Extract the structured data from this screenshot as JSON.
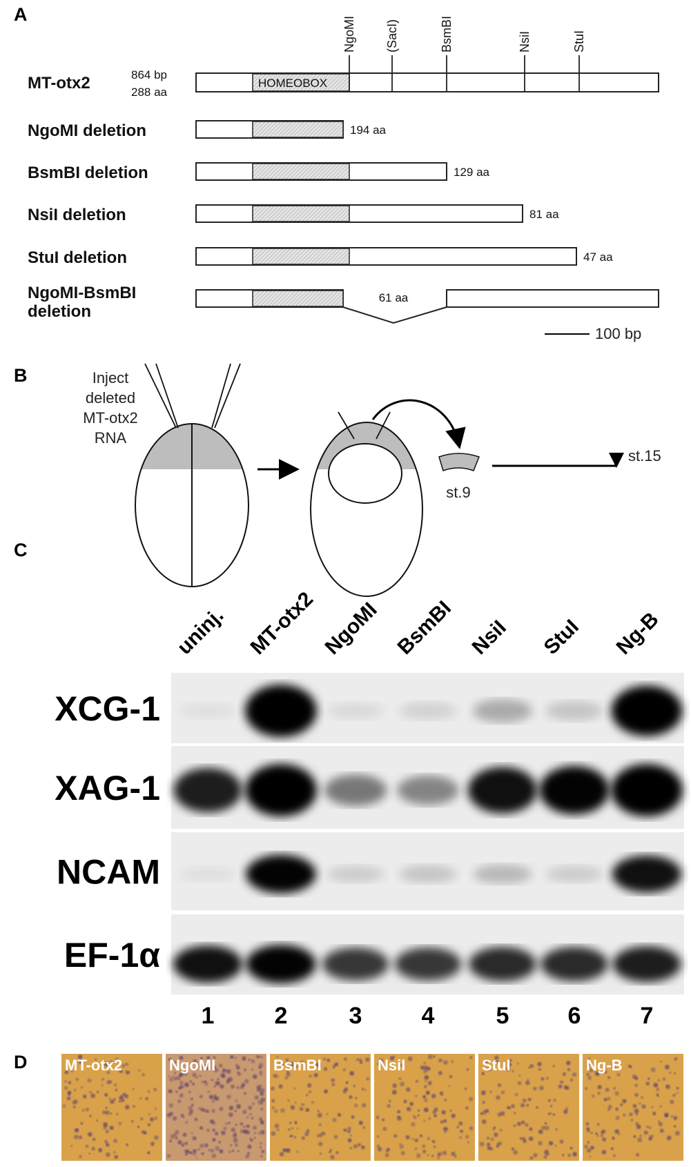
{
  "panels": {
    "a": "A",
    "b": "B",
    "c": "C",
    "d": "D"
  },
  "panel_a": {
    "full": {
      "name": "MT-otx2",
      "bp": "864 bp",
      "aa": "288 aa",
      "domain": "HOMEOBOX"
    },
    "sites": [
      "NgoMI",
      "(SacI)",
      "BsmBI",
      "NsiI",
      "StuI"
    ],
    "deletions": [
      {
        "name": "NgoMI deletion",
        "aa": "194 aa"
      },
      {
        "name": "BsmBI deletion",
        "aa": "129 aa"
      },
      {
        "name": "NsiI deletion",
        "aa": "81 aa"
      },
      {
        "name": "StuI deletion",
        "aa": "47 aa"
      },
      {
        "name_line1": "NgoMI-BsmBI",
        "name_line2": "deletion",
        "aa": "61 aa"
      }
    ],
    "scale": "100 bp"
  },
  "panel_b": {
    "inject_lines": [
      "Inject",
      "deleted",
      "MT-otx2",
      "RNA"
    ],
    "stage_cap": "st.9",
    "stage_end": "st.15",
    "gray": "#bdbdbd"
  },
  "panel_c": {
    "lanes": [
      "uninj.",
      "MT-otx2",
      "NgoMI",
      "BsmBI",
      "NsiI",
      "StuI",
      "Ng-B"
    ],
    "lane_numbers": [
      "1",
      "2",
      "3",
      "4",
      "5",
      "6",
      "7"
    ],
    "genes": [
      "XCG-1",
      "XAG-1",
      "NCAM",
      "EF-1α"
    ],
    "band_intensity": [
      [
        0.05,
        1.0,
        0.07,
        0.1,
        0.25,
        0.15,
        0.95
      ],
      [
        0.8,
        1.0,
        0.45,
        0.4,
        0.85,
        0.9,
        1.0
      ],
      [
        0.05,
        0.9,
        0.12,
        0.15,
        0.2,
        0.12,
        0.85
      ],
      [
        0.85,
        0.9,
        0.7,
        0.7,
        0.75,
        0.75,
        0.8
      ]
    ]
  },
  "panel_d": {
    "labels": [
      "MT-otx2",
      "NgoMI",
      "BsmBI",
      "NsiI",
      "StuI",
      "Ng-B"
    ],
    "bg": "#d9a24a",
    "dot": "#6a4a6a"
  }
}
